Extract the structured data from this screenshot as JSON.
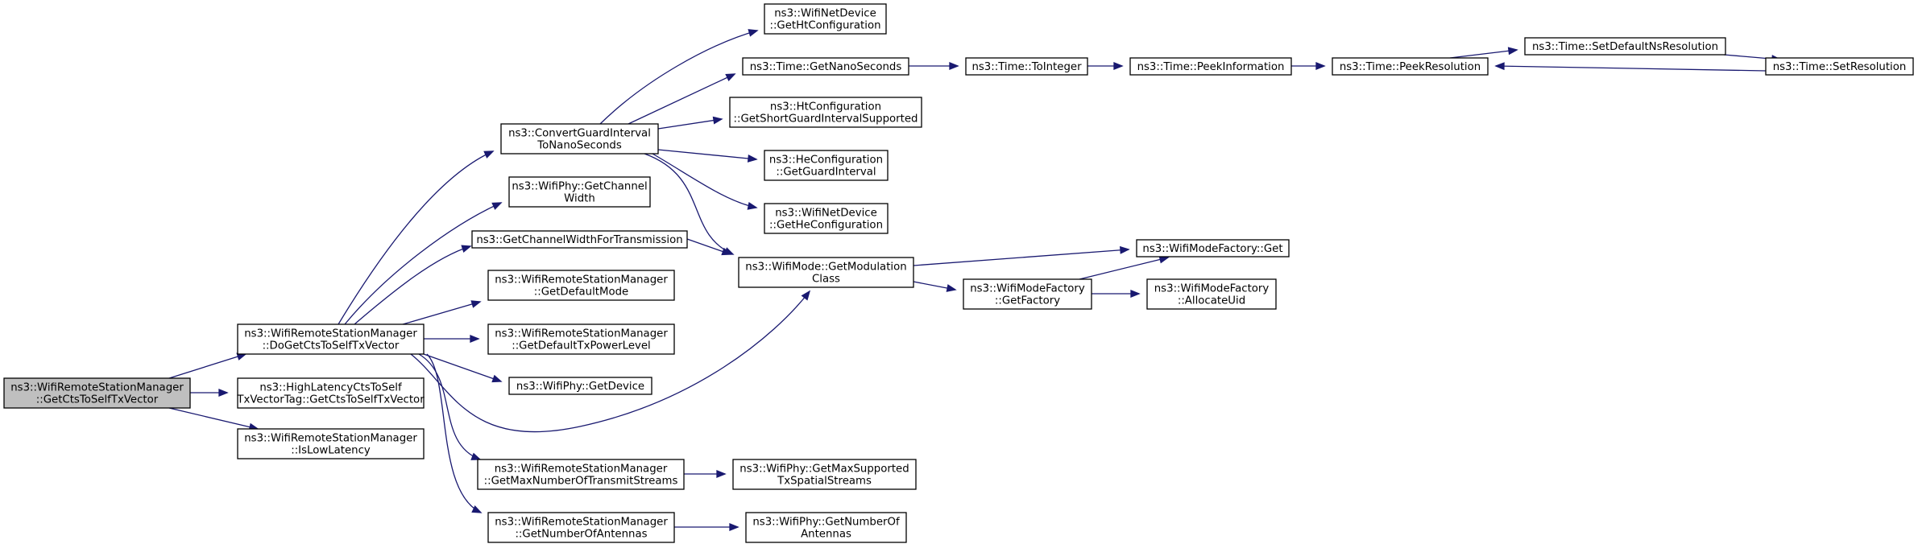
{
  "diagram": {
    "kind": "call-graph",
    "colors": {
      "edge": "#191970",
      "node_border": "#000000",
      "node_fill": "#ffffff",
      "root_fill": "#bfbfbf"
    },
    "nodes": [
      {
        "id": "getcts",
        "lines": [
          "ns3::WifiRemoteStationManager",
          "::GetCtsToSelfTxVector"
        ],
        "root": true
      },
      {
        "id": "dogetcts",
        "lines": [
          "ns3::WifiRemoteStationManager",
          "::DoGetCtsToSelfTxVector"
        ]
      },
      {
        "id": "highlatency",
        "lines": [
          "ns3::HighLatencyCtsToSelf",
          "TxVectorTag::GetCtsToSelfTxVector"
        ]
      },
      {
        "id": "islowlatency",
        "lines": [
          "ns3::WifiRemoteStationManager",
          "::IsLowLatency"
        ]
      },
      {
        "id": "convertgi",
        "lines": [
          "ns3::ConvertGuardInterval",
          "ToNanoSeconds"
        ]
      },
      {
        "id": "getchannelwidth",
        "lines": [
          "ns3::WifiPhy::GetChannel",
          "Width"
        ]
      },
      {
        "id": "getcwfortx",
        "lines": [
          "ns3::GetChannelWidthForTransmission"
        ]
      },
      {
        "id": "getdefaultmode",
        "lines": [
          "ns3::WifiRemoteStationManager",
          "::GetDefaultMode"
        ]
      },
      {
        "id": "getdefaulttxpower",
        "lines": [
          "ns3::WifiRemoteStationManager",
          "::GetDefaultTxPowerLevel"
        ]
      },
      {
        "id": "getdevice",
        "lines": [
          "ns3::WifiPhy::GetDevice"
        ]
      },
      {
        "id": "getmaxtxstreams",
        "lines": [
          "ns3::WifiRemoteStationManager",
          "::GetMaxNumberOfTransmitStreams"
        ]
      },
      {
        "id": "getnumantennas",
        "lines": [
          "ns3::WifiRemoteStationManager",
          "::GetNumberOfAntennas"
        ]
      },
      {
        "id": "gethtconfig",
        "lines": [
          "ns3::WifiNetDevice",
          "::GetHtConfiguration"
        ]
      },
      {
        "id": "getnanoseconds",
        "lines": [
          "ns3::Time::GetNanoSeconds"
        ]
      },
      {
        "id": "getshortgi",
        "lines": [
          "ns3::HtConfiguration",
          "::GetShortGuardIntervalSupported"
        ]
      },
      {
        "id": "getguardinterval",
        "lines": [
          "ns3::HeConfiguration",
          "::GetGuardInterval"
        ]
      },
      {
        "id": "gethecfg",
        "lines": [
          "ns3::WifiNetDevice",
          "::GetHeConfiguration"
        ]
      },
      {
        "id": "getmodclass",
        "lines": [
          "ns3::WifiMode::GetModulation",
          "Class"
        ]
      },
      {
        "id": "getmaxsupported",
        "lines": [
          "ns3::WifiPhy::GetMaxSupported",
          "TxSpatialStreams"
        ]
      },
      {
        "id": "phynumantennas",
        "lines": [
          "ns3::WifiPhy::GetNumberOf",
          "Antennas"
        ]
      },
      {
        "id": "tointeger",
        "lines": [
          "ns3::Time::ToInteger"
        ]
      },
      {
        "id": "peekinfo",
        "lines": [
          "ns3::Time::PeekInformation"
        ]
      },
      {
        "id": "peekres",
        "lines": [
          "ns3::Time::PeekResolution"
        ]
      },
      {
        "id": "setdefaultns",
        "lines": [
          "ns3::Time::SetDefaultNsResolution"
        ]
      },
      {
        "id": "setres",
        "lines": [
          "ns3::Time::SetResolution"
        ]
      },
      {
        "id": "modefactoryget",
        "lines": [
          "ns3::WifiModeFactory::Get"
        ]
      },
      {
        "id": "getfactory",
        "lines": [
          "ns3::WifiModeFactory",
          "::GetFactory"
        ]
      },
      {
        "id": "allocateuid",
        "lines": [
          "ns3::WifiModeFactory",
          "::AllocateUid"
        ]
      }
    ],
    "edges": [
      {
        "from": "getcts",
        "to": "dogetcts"
      },
      {
        "from": "getcts",
        "to": "highlatency"
      },
      {
        "from": "getcts",
        "to": "islowlatency"
      },
      {
        "from": "dogetcts",
        "to": "convertgi"
      },
      {
        "from": "dogetcts",
        "to": "getchannelwidth"
      },
      {
        "from": "dogetcts",
        "to": "getcwfortx"
      },
      {
        "from": "dogetcts",
        "to": "getdefaultmode"
      },
      {
        "from": "dogetcts",
        "to": "getdefaulttxpower"
      },
      {
        "from": "dogetcts",
        "to": "getdevice"
      },
      {
        "from": "dogetcts",
        "to": "getmodclass"
      },
      {
        "from": "dogetcts",
        "to": "getmaxtxstreams"
      },
      {
        "from": "dogetcts",
        "to": "getnumantennas"
      },
      {
        "from": "convertgi",
        "to": "gethtconfig"
      },
      {
        "from": "convertgi",
        "to": "getnanoseconds"
      },
      {
        "from": "convertgi",
        "to": "getshortgi"
      },
      {
        "from": "convertgi",
        "to": "getguardinterval"
      },
      {
        "from": "convertgi",
        "to": "gethecfg"
      },
      {
        "from": "convertgi",
        "to": "getmodclass"
      },
      {
        "from": "getcwfortx",
        "to": "getmodclass"
      },
      {
        "from": "getnanoseconds",
        "to": "tointeger"
      },
      {
        "from": "tointeger",
        "to": "peekinfo"
      },
      {
        "from": "peekinfo",
        "to": "peekres"
      },
      {
        "from": "peekres",
        "to": "setdefaultns"
      },
      {
        "from": "setdefaultns",
        "to": "setres"
      },
      {
        "from": "setres",
        "to": "peekres"
      },
      {
        "from": "getmodclass",
        "to": "modefactoryget"
      },
      {
        "from": "getmodclass",
        "to": "getfactory"
      },
      {
        "from": "getfactory",
        "to": "modefactoryget"
      },
      {
        "from": "getfactory",
        "to": "allocateuid"
      },
      {
        "from": "getmaxtxstreams",
        "to": "getmaxsupported"
      },
      {
        "from": "getnumantennas",
        "to": "phynumantennas"
      }
    ]
  }
}
